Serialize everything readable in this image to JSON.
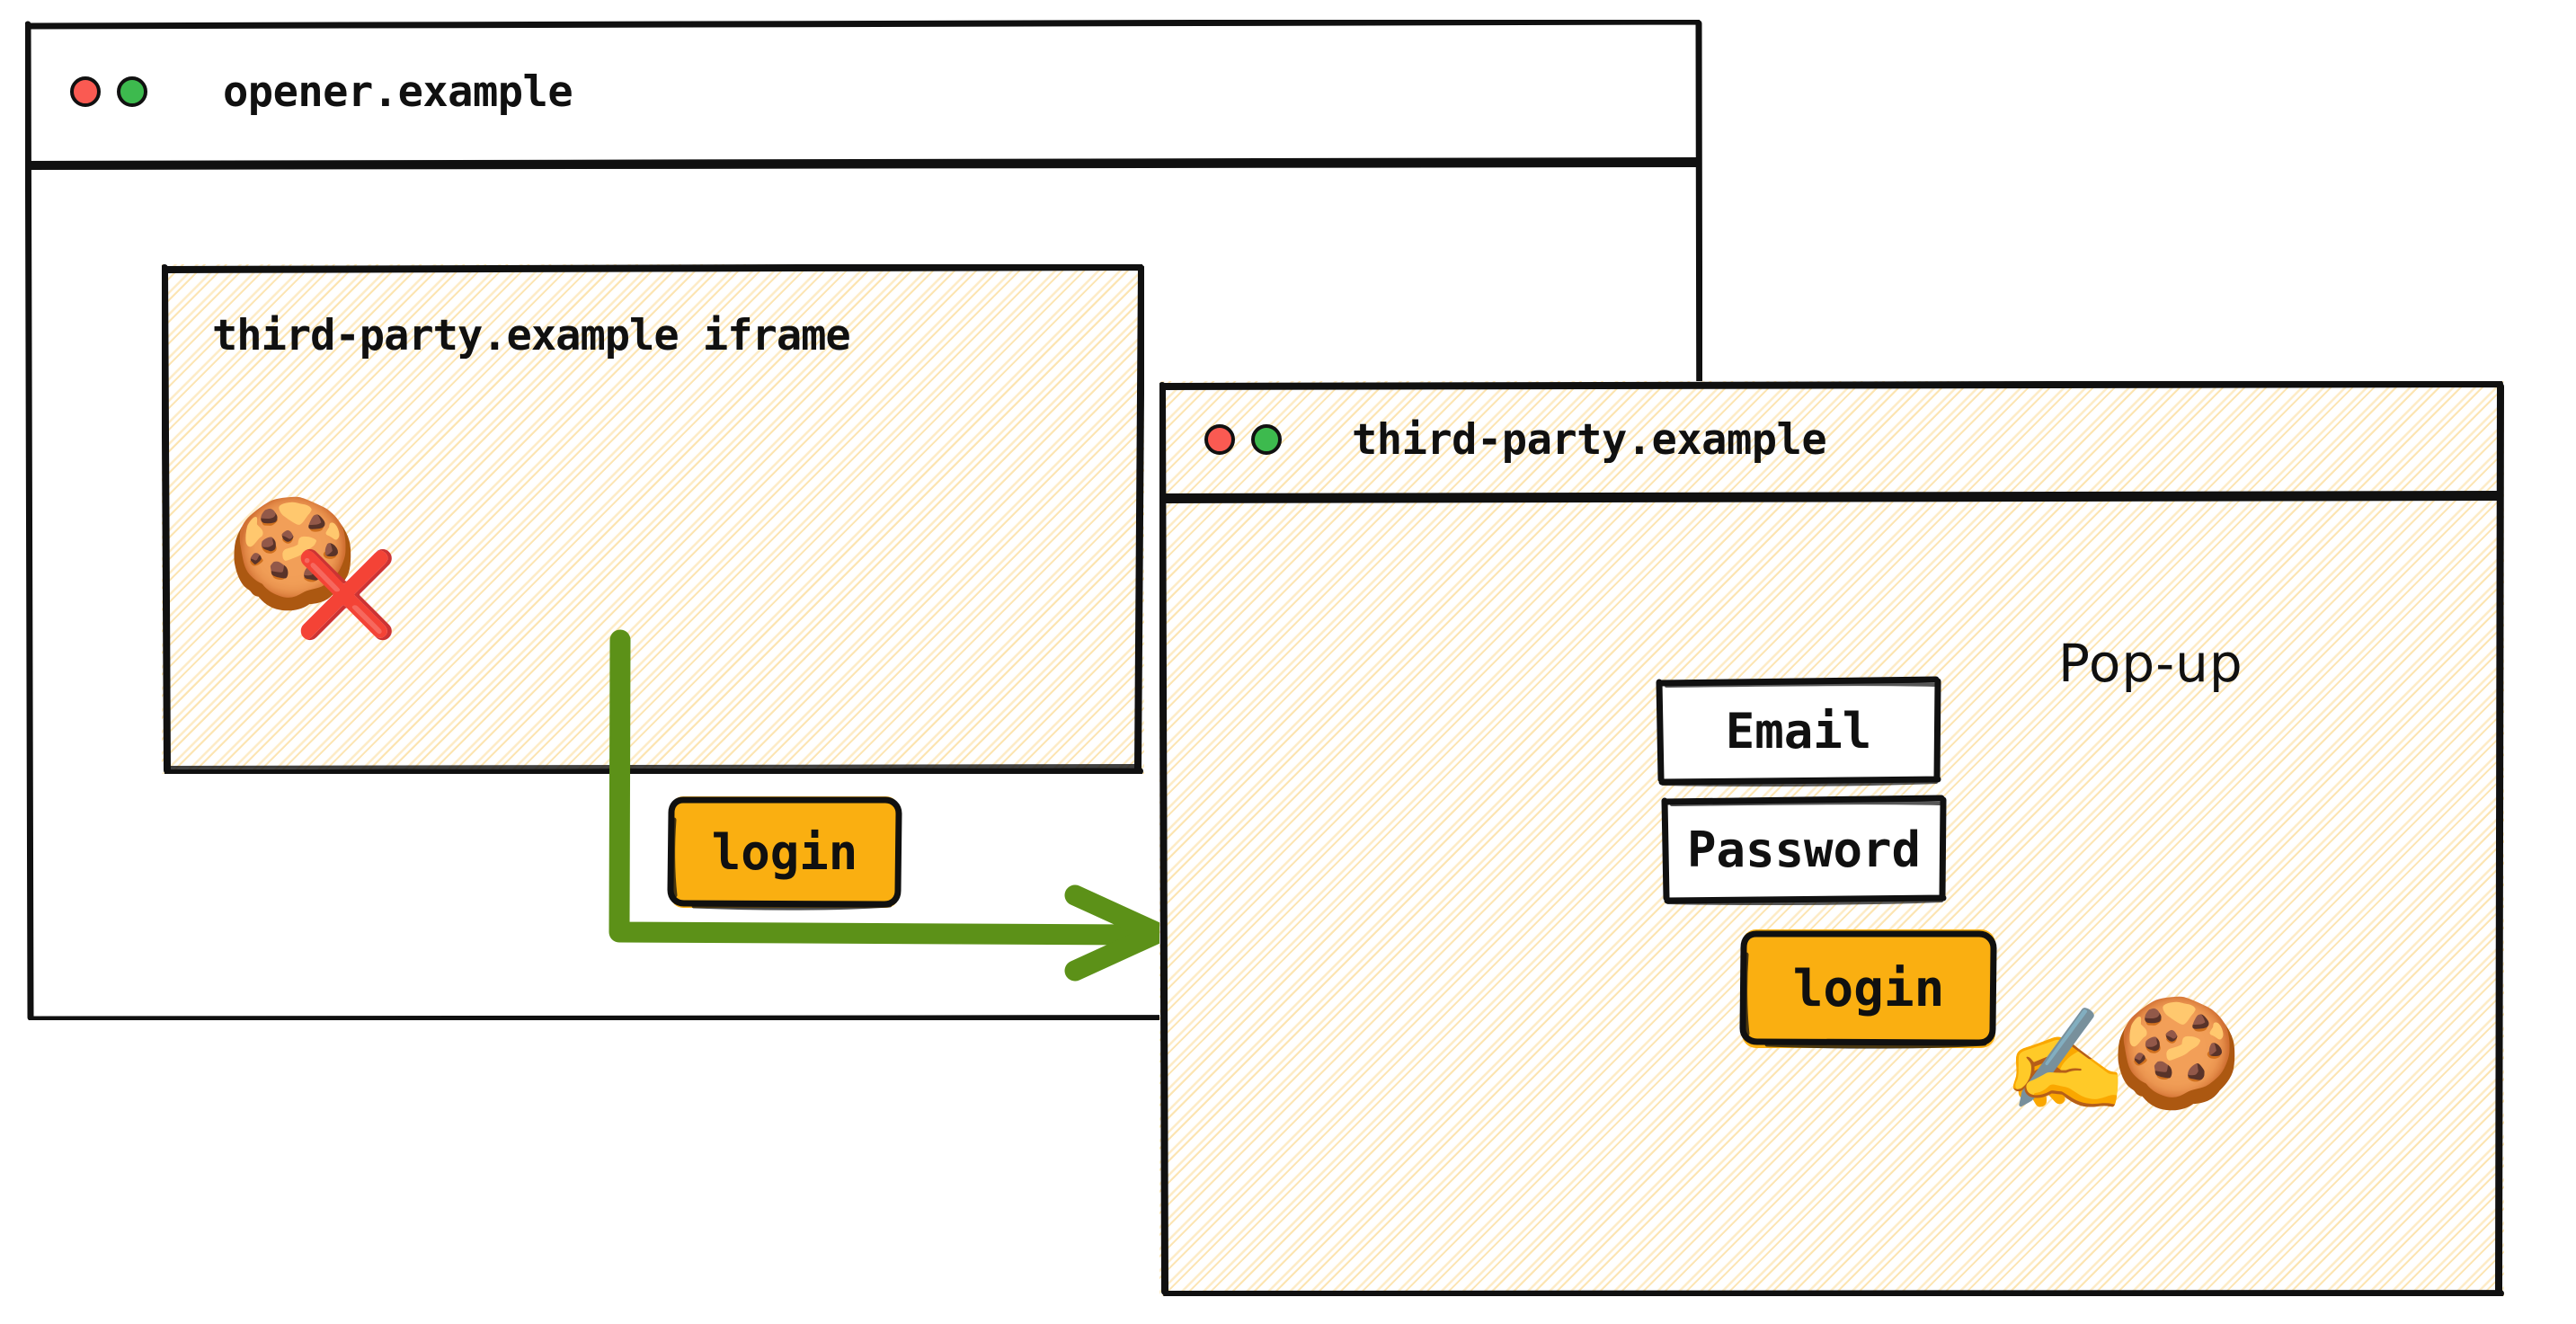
{
  "diagram": {
    "kind": "browser-window-flow-diagram",
    "colors": {
      "button_fill": "#FAAF11",
      "arrow_green": "#5C9118",
      "dot_red": "#FA5A52",
      "dot_green": "#3DBA4E",
      "stroke_black": "#101010",
      "hatch_amber": "#FACD6E",
      "window_white": "#FFFFFF"
    }
  },
  "opener_window": {
    "title": "opener.example",
    "traffic_lights": [
      {
        "name": "close-dot",
        "color": "#FA5A52"
      },
      {
        "name": "maximize-dot",
        "color": "#3DBA4E"
      }
    ],
    "iframe": {
      "label": "third-party.example iframe",
      "cookie_icon": "cookie",
      "blocked_icon": "cross-mark",
      "login_button": "login"
    }
  },
  "arrow": {
    "name": "login-opens-popup-arrow",
    "color": "#5C9118",
    "from": "iframe login button",
    "to": "third-party.example pop-up window"
  },
  "popup_window": {
    "title": "third-party.example",
    "annotation": "Pop-up",
    "traffic_lights": [
      {
        "name": "close-dot",
        "color": "#FA5A52"
      },
      {
        "name": "maximize-dot",
        "color": "#3DBA4E"
      }
    ],
    "form": {
      "email_label": "Email",
      "password_label": "Password",
      "submit_label": "login"
    },
    "icons": {
      "writing_hand": "writing-hand",
      "cookie": "cookie"
    }
  }
}
